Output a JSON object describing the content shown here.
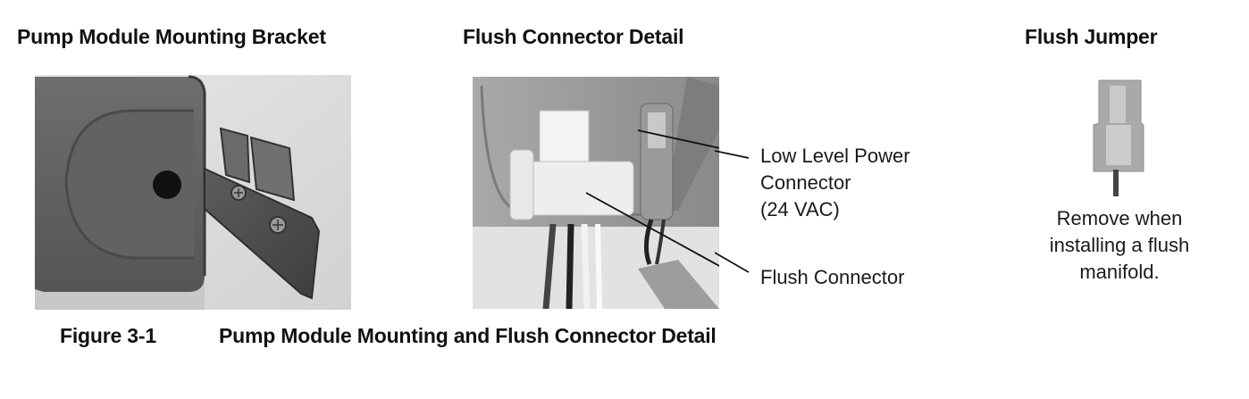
{
  "figure": {
    "number": "Figure 3-1",
    "title": "Pump Module Mounting and Flush Connector Detail"
  },
  "panels": [
    {
      "heading": "Pump Module Mounting Bracket",
      "image": "photo of pump module housing with metal mounting bracket and screws"
    },
    {
      "heading": "Flush Connector Detail",
      "image": "photo of white plastic connectors and wiring",
      "callouts": [
        {
          "line1": "Low Level Power",
          "line2": "Connector",
          "line3": "(24 VAC)"
        },
        {
          "line1": "Flush Connector"
        }
      ]
    },
    {
      "heading": "Flush Jumper",
      "image": "photo of small connector jumper plug",
      "note": {
        "line1": "Remove when",
        "line2": "installing a flush",
        "line3": "manifold."
      }
    }
  ]
}
